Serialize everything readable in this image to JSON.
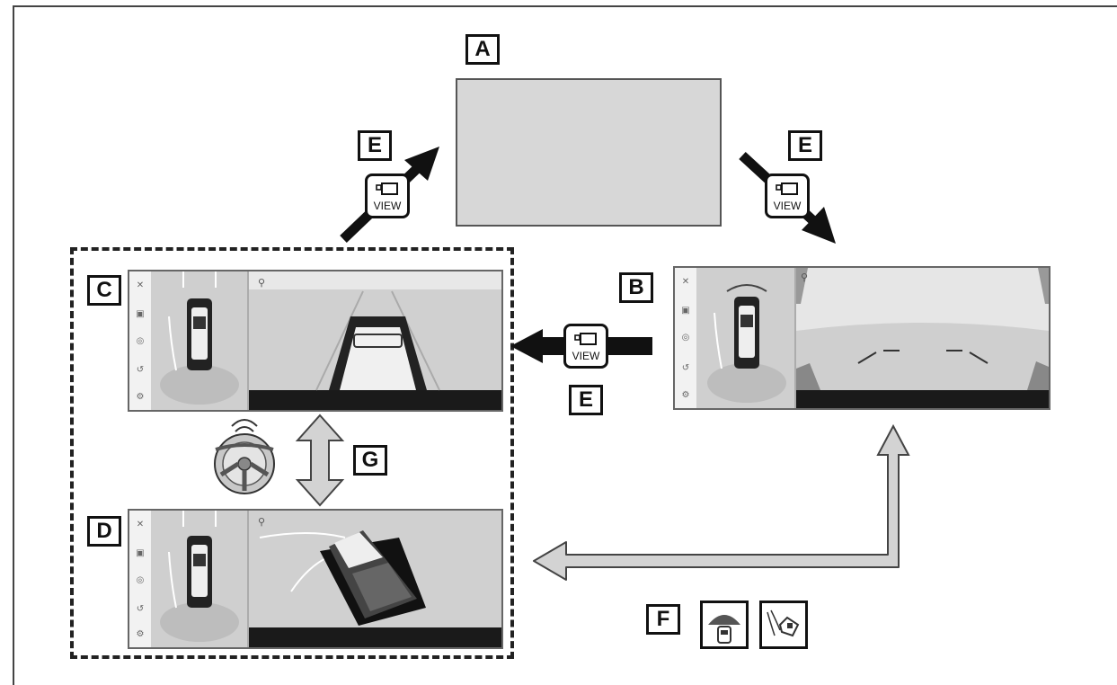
{
  "labels": {
    "a": "A",
    "b": "B",
    "c": "C",
    "d": "D",
    "e": "E",
    "f": "F",
    "g": "G"
  },
  "view_button": {
    "text": "VIEW",
    "icon": "camera-icon"
  },
  "icons": {
    "steering_wheel": "steering-wheel-icon",
    "front_sensor": "front-sensor-view-icon",
    "side_car": "side-car-view-icon",
    "side_menu": [
      "close-icon",
      "camera-icon",
      "sensor-icon",
      "rotate-icon",
      "settings-icon"
    ]
  },
  "colors": {
    "screen_gray": "#d7d7d7",
    "arrow_gray": "#d3d3d3",
    "dark": "#111111"
  }
}
